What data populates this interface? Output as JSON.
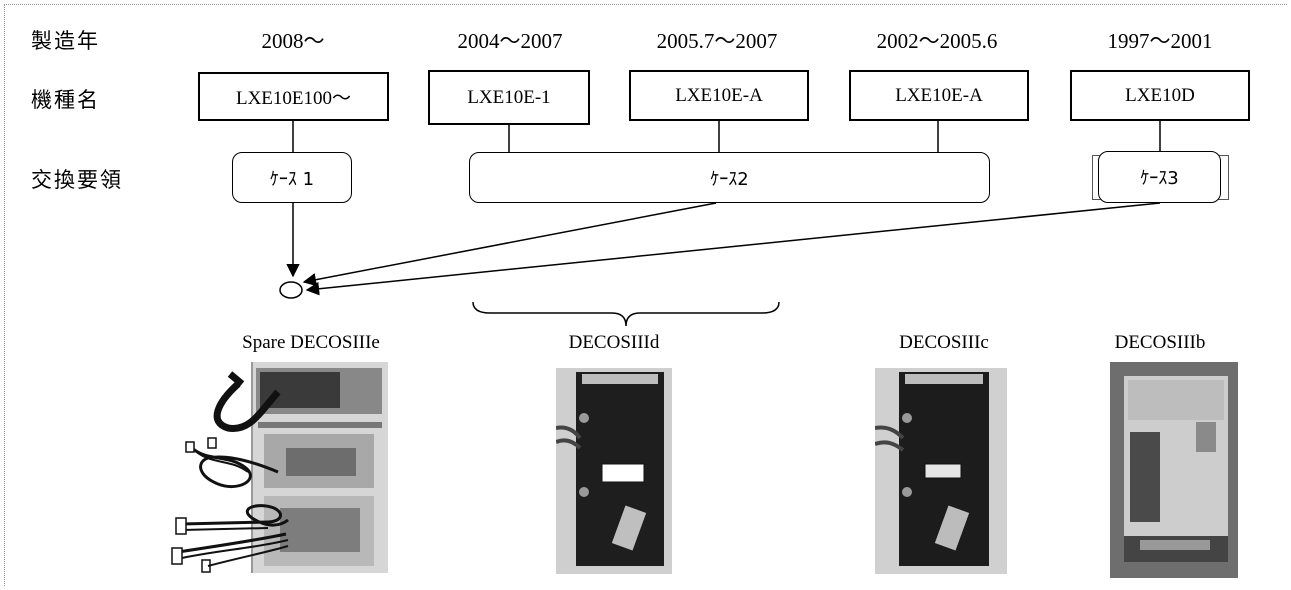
{
  "row_labels": {
    "year": "製造年",
    "model": "機種名",
    "procedure": "交換要領"
  },
  "columns": [
    {
      "year": "2008～",
      "model": "LXE10E100～",
      "board": "Spare DECOSIIIe"
    },
    {
      "year": "2004～2007",
      "model": "LXE10E-1",
      "board": ""
    },
    {
      "year": "2005.7～2007",
      "model": "LXE10E-A",
      "board": "DECOSIIId"
    },
    {
      "year": "2002～2005.6",
      "model": "LXE10E-A",
      "board": "DECOSIIIc"
    },
    {
      "year": "1997～2001",
      "model": "LXE10D",
      "board": "DECOSIIIb"
    }
  ],
  "cases": {
    "case1": "ｹｰｽ 1",
    "case2": "ｹｰｽ2",
    "case3": "ｹｰｽ3"
  }
}
